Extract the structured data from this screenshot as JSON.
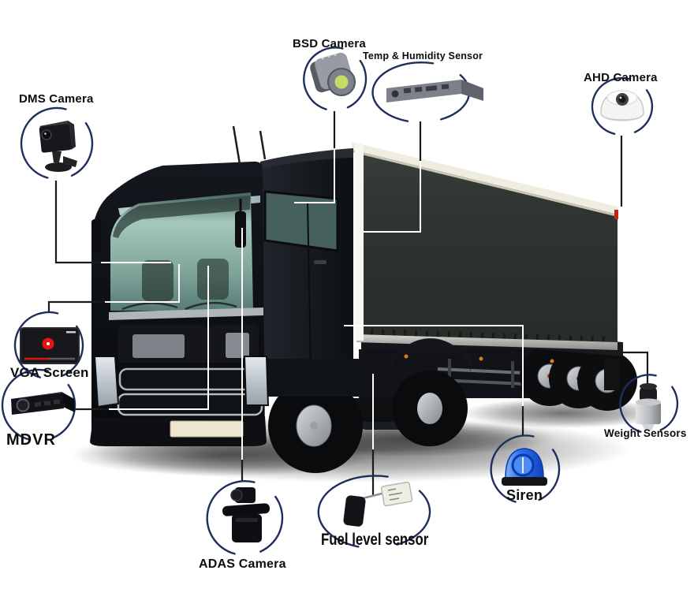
{
  "diagram": {
    "description": "Truck-mounted fleet safety equipment diagram",
    "components": [
      {
        "id": "dms",
        "label": "DMS Camera"
      },
      {
        "id": "bsd",
        "label": "BSD Camera"
      },
      {
        "id": "temp",
        "label": "Temp & Humidity Sensor"
      },
      {
        "id": "ahd",
        "label": "AHD Camera"
      },
      {
        "id": "vga",
        "label": "VGA Screen"
      },
      {
        "id": "mdvr",
        "label": "MDVR"
      },
      {
        "id": "adas",
        "label": "ADAS Camera"
      },
      {
        "id": "fuel",
        "label": "Fuel level sensor"
      },
      {
        "id": "siren",
        "label": "Siren"
      },
      {
        "id": "weight",
        "label": "Weight Sensors"
      }
    ],
    "colors": {
      "label_text": "#0c0c0c",
      "arc_ring": "#1f2e5a",
      "connector_dark": "#1a1a1a",
      "connector_light": "#ffffff",
      "siren_blue": "#2e6ff0",
      "bsd_lens_green": "#c4dc66",
      "vga_red": "#e21414",
      "trailer_curtain": "#2e3330",
      "cab_black": "#0e1116",
      "background": "#ffffff"
    }
  }
}
